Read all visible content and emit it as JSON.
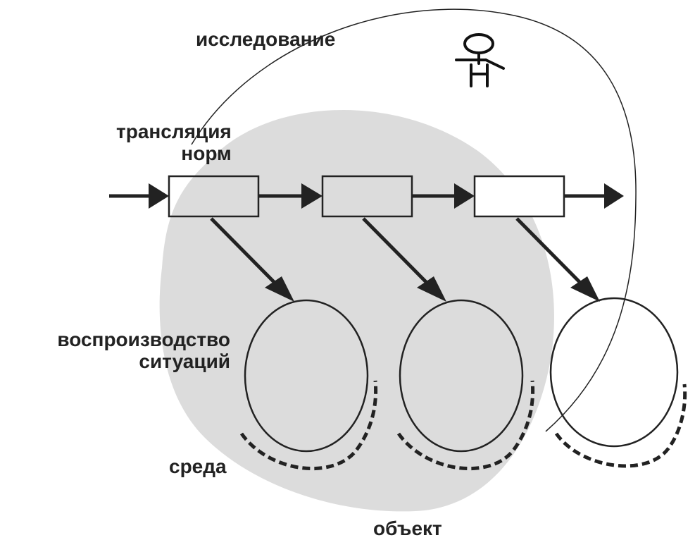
{
  "labels": {
    "research": "исследование",
    "norm_translation_line1": "трансляция",
    "norm_translation_line2": "норм",
    "situation_reproduction_line1": "воспроизводство",
    "situation_reproduction_line2": "ситуаций",
    "environment": "среда",
    "object": "объект"
  },
  "colors": {
    "ink": "#222222",
    "object_fill": "#dcdcdc",
    "background": "#ffffff"
  },
  "icons": {
    "researcher": "stick-figure-icon"
  }
}
